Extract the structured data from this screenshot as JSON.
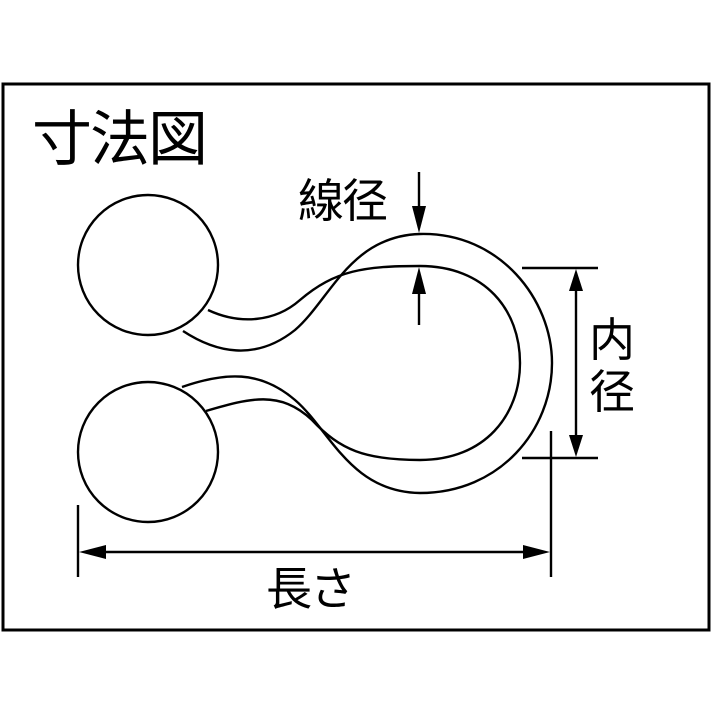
{
  "diagram": {
    "title": "寸法図",
    "labels": {
      "wire_diameter": "線径",
      "inner_diameter": "内径",
      "length": "長さ"
    },
    "colors": {
      "line": "#000000",
      "background": "#ffffff"
    },
    "description": "Dimension drawing of a ball-end hook / wire loop: two ball ends on the left, wire forming an open loop on the right, with dimension callouts for wire diameter, inner diameter, and overall length."
  }
}
